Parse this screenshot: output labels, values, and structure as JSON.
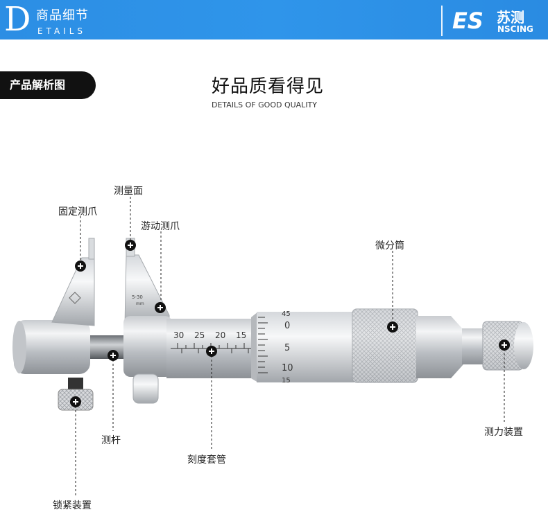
{
  "header": {
    "big_letter": "D",
    "title": "商品细节",
    "subtitle": "ETAILS",
    "brand_logo": "ES",
    "brand_cn": "苏测",
    "brand_en": "NSCING"
  },
  "section": {
    "tag": "产品解析图",
    "title": "好品质看得见",
    "subtitle": "DETAILS OF GOOD QUALITY"
  },
  "labels": {
    "fixed_jaw": "固定测爪",
    "measuring_face": "测量面",
    "movable_jaw": "游动测爪",
    "thimble": "微分筒",
    "spindle": "测杆",
    "sleeve": "刻度套管",
    "ratchet": "测力装置",
    "lock": "锁紧装置"
  },
  "instrument": {
    "jaw_marking": "5-30",
    "jaw_unit": "mm",
    "sleeve_scale": [
      "30",
      "25",
      "20",
      "15"
    ],
    "thimble_scale": [
      "45",
      "0",
      "5",
      "10",
      "15"
    ]
  },
  "colors": {
    "header_blue": "#2f95ea",
    "marker": "#111111"
  }
}
